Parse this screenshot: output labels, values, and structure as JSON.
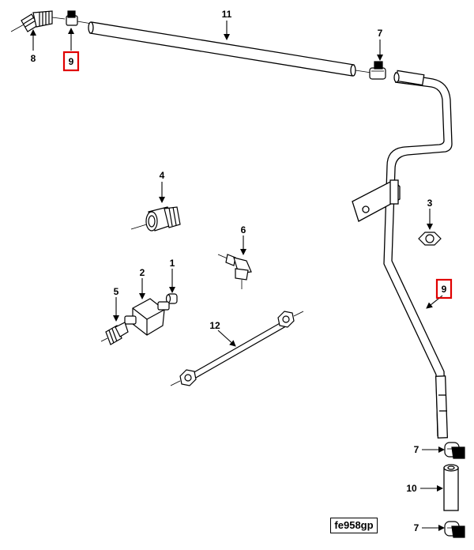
{
  "figure_id": "fe958gp",
  "highlight_color": "#e00000",
  "callouts": {
    "c1": "1",
    "c2": "2",
    "c3": "3",
    "c4": "4",
    "c5": "5",
    "c6": "6",
    "c7a": "7",
    "c7b": "7",
    "c7c": "7",
    "c8": "8",
    "c9a": "9",
    "c9b": "9",
    "c10": "10",
    "c11": "11",
    "c12": "12"
  }
}
